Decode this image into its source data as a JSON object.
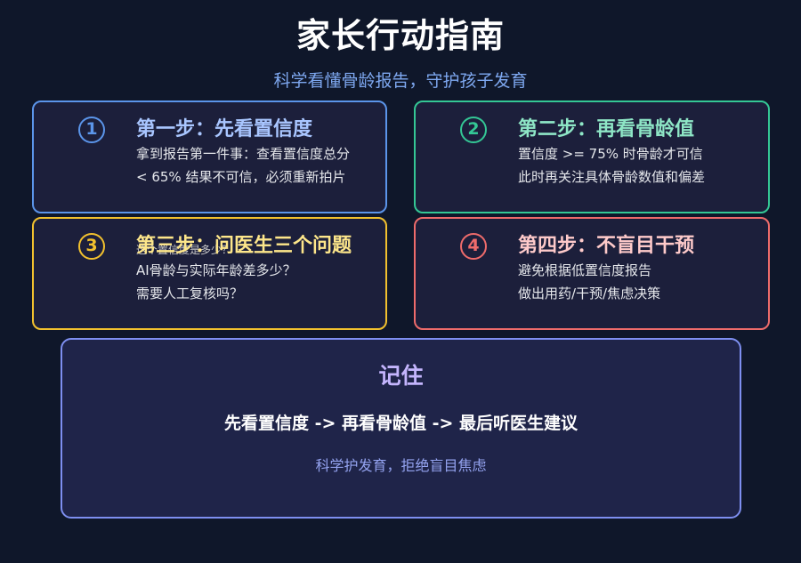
{
  "header": {
    "title": "家长行动指南",
    "subtitle": "科学看懂骨龄报告，守护孩子发育"
  },
  "steps": [
    {
      "number": "1",
      "title": "第一步：先看置信度",
      "lines": [
        "拿到报告第一件事：查看置信度总分",
        "< 65% 结果不可信，必须重新拍片"
      ],
      "color": "#5b95ea"
    },
    {
      "number": "2",
      "title": "第二步：再看骨龄值",
      "lines": [
        "置信度 >= 75% 时骨龄才可信",
        "此时再关注具体骨龄数值和偏差"
      ],
      "color": "#34c795"
    },
    {
      "number": "3",
      "title": "第三步：问医生三个问题",
      "overlap_text": "这个置信度是多少？",
      "lines": [
        "AI骨龄与实际年龄差多少？",
        "需要人工复核吗？"
      ],
      "color": "#f2c12e"
    },
    {
      "number": "4",
      "title": "第四步：不盲目干预",
      "lines": [
        "避免根据低置信度报告",
        "做出用药/干预/焦虑决策"
      ],
      "color": "#ee6b6b"
    }
  ],
  "remember": {
    "title": "记住",
    "flow": "先看置信度 -> 再看骨龄值 -> 最后听医生建议",
    "note": "科学护发育，拒绝盲目焦虑",
    "color": "#7e8ff0"
  }
}
